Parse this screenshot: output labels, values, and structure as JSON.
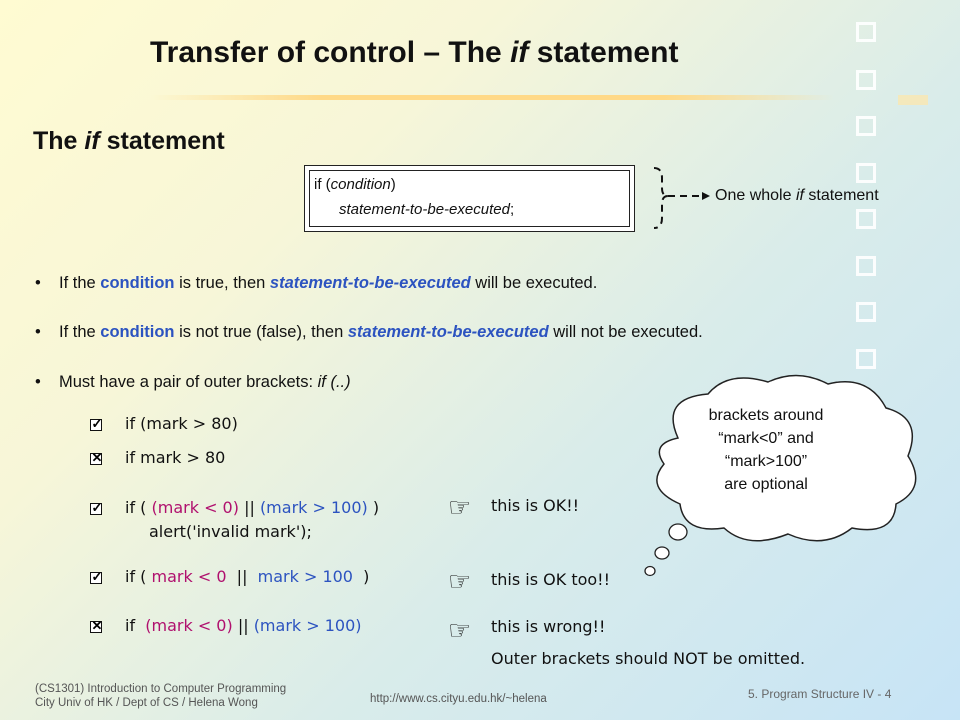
{
  "slide": {
    "title_pre": "Transfer of control – The ",
    "title_it": "if",
    "title_post": " statement",
    "subtitle_pre": "The ",
    "subtitle_it": "if",
    "subtitle_post": " statement"
  },
  "syntax": {
    "line1_pre": "if (",
    "line1_it": "condition",
    "line1_post": ")",
    "line2_it": "statement-to-be-executed",
    "line2_post": ";",
    "label_pre": "One whole ",
    "label_it": "if",
    "label_post": " statement"
  },
  "bullets": {
    "b1": {
      "p1": "If the ",
      "cond": "condition",
      "p2": " is true, then ",
      "stmt": "statement-to-be-executed",
      "p3": " will be executed."
    },
    "b2": {
      "p1": "If the ",
      "cond": "condition",
      "p2": " is not true (false), then ",
      "stmt": "statement-to-be-executed",
      "p3": " will not be executed."
    },
    "b3": {
      "p1": "Must have a pair of outer brackets: ",
      "code": "if (..)"
    }
  },
  "examples": {
    "ex1": "if (mark > 80)",
    "ex2": "if mark > 80",
    "ex3_a": "if ( ",
    "ex3_b": "(mark < 0)",
    "ex3_c": " || ",
    "ex3_d": "(mark > 100)",
    "ex3_e": " )",
    "ex3_line2": "alert('invalid mark');",
    "ex4_a": "if ( ",
    "ex4_b": "mark < 0",
    "ex4_c": "  ||  ",
    "ex4_d": "mark > 100",
    "ex4_e": "  )",
    "ex5_a": "if  ",
    "ex5_b": "(mark < 0)",
    "ex5_c": " || ",
    "ex5_d": "(mark > 100)"
  },
  "marks": {
    "check": "✓",
    "cross": "✕"
  },
  "comments": {
    "c1": "this is OK!!",
    "c2": "this is OK too!!",
    "c3": "this is wrong!!",
    "c4": "Outer brackets should NOT be omitted.",
    "hand_glyph": "☞"
  },
  "cloud": {
    "line1": "brackets around",
    "line2": "“mark<0” and",
    "line3": "“mark>100”",
    "line4": "are optional"
  },
  "footer": {
    "course": "(CS1301) Introduction to Computer Programming",
    "dept": "City Univ of HK / Dept of CS / Helena Wong",
    "url": "http://www.cs.cityu.edu.hk/~helena",
    "page": "5. Program Structure IV - 4"
  },
  "colors": {
    "accent_blue": "#2c53c0",
    "accent_magenta": "#b0106e"
  }
}
